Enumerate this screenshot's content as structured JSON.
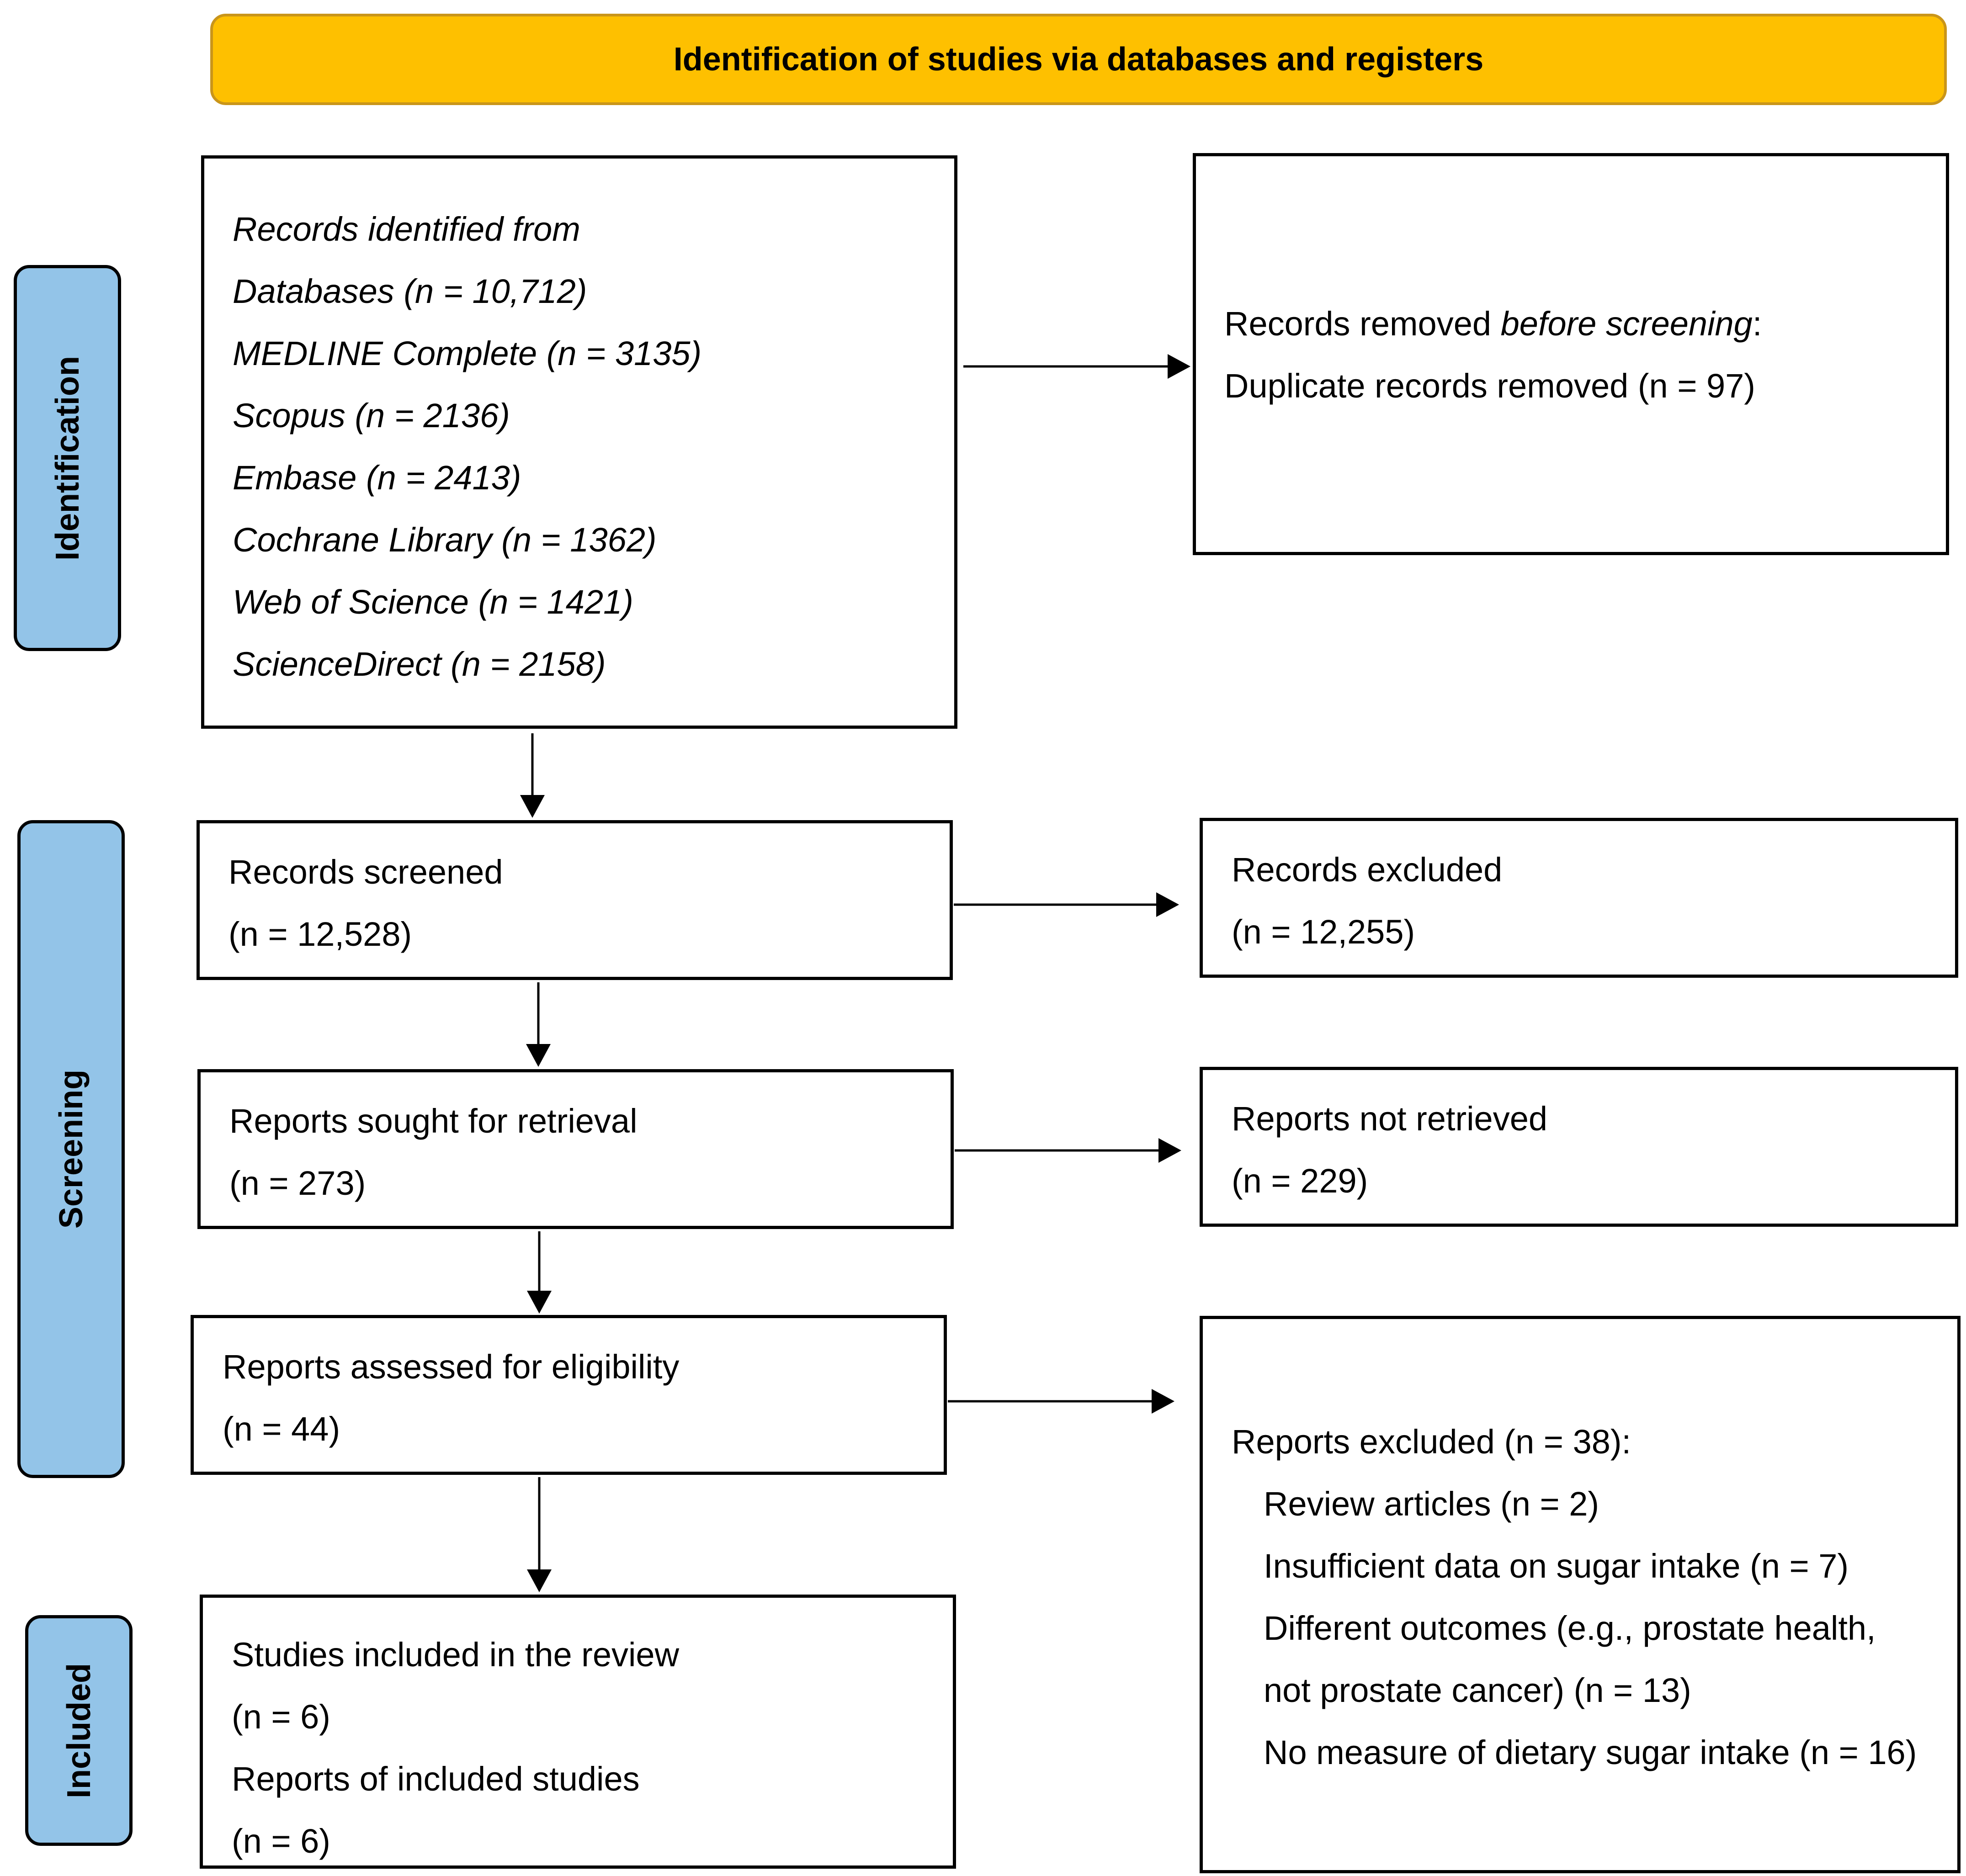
{
  "banner": {
    "title": "Identification of studies via databases and registers"
  },
  "phases": {
    "identification": "Identification",
    "screening": "Screening",
    "included": "Included"
  },
  "identified": {
    "heading": "Records identified from",
    "lines": [
      "Databases (n = 10,712)",
      "MEDLINE Complete (n = 3135)",
      "Scopus (n = 2136)",
      "Embase (n = 2413)",
      "Cochrane Library (n = 1362)",
      "Web of Science (n = 1421)",
      "ScienceDirect (n = 2158)"
    ]
  },
  "removed": {
    "prefix": "Records removed ",
    "emphasis": "before screening",
    "suffix": ":",
    "line": "Duplicate records removed (n = 97)"
  },
  "screened": {
    "label": "Records screened",
    "count": "(n = 12,528)"
  },
  "excluded": {
    "label": "Records excluded",
    "count": "(n = 12,255)"
  },
  "sought": {
    "label": "Reports sought for retrieval",
    "count": "(n = 273)"
  },
  "not_retrieved": {
    "label": "Reports not retrieved",
    "count": "(n = 229)"
  },
  "assessed": {
    "label": "Reports assessed for eligibility",
    "count": "(n = 44)"
  },
  "reports_excluded": {
    "heading": "Reports excluded (n = 38):",
    "reasons": [
      "Review articles (n = 2)",
      "Insufficient data on sugar intake (n = 7)",
      "Different outcomes (e.g., prostate health,",
      "not prostate cancer) (n = 13)",
      "No measure of dietary sugar intake (n = 16)"
    ]
  },
  "included": {
    "studies_label": "Studies included in the review",
    "studies_count": "(n = 6)",
    "reports_label": "Reports of included studies",
    "reports_count": "(n = 6)"
  }
}
